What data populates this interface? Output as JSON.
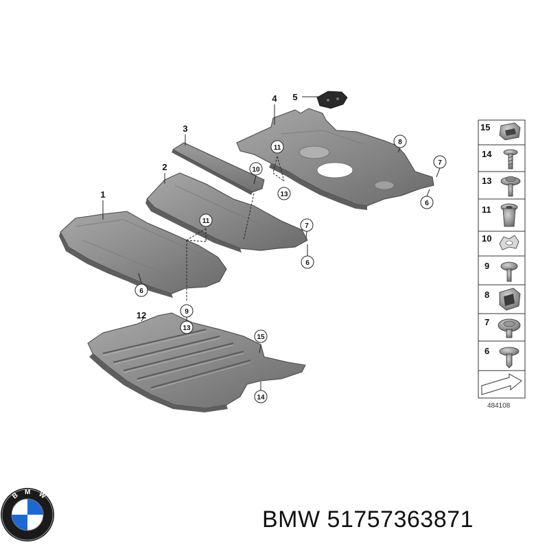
{
  "brand": "BMW",
  "part_number": "51757363871",
  "figure_number": "484108",
  "logo": {
    "name": "bmw-logo",
    "letters": "BMW",
    "colors": {
      "blue": "#1c69d4",
      "ring": "#1a1a1a"
    }
  },
  "colors": {
    "panel": "#8a8a8a",
    "panel_dark": "#5e5e5e",
    "panel_light": "#b4b4b4",
    "line": "#222222"
  },
  "callouts": {
    "c1": "1",
    "c2": "2",
    "c3": "3",
    "c4": "4",
    "c5": "5",
    "c12": "12",
    "c6a": "6",
    "c6b": "6",
    "c6c": "6",
    "c7a": "7",
    "c7b": "7",
    "c8": "8",
    "c9": "9",
    "c10": "10",
    "c11a": "11",
    "c11b": "11",
    "c13a": "13",
    "c13b": "13",
    "c14": "14",
    "c15": "15"
  },
  "side_parts": [
    {
      "number": "15",
      "icon": "clip-nut-icon"
    },
    {
      "number": "14",
      "icon": "screw-icon"
    },
    {
      "number": "13",
      "icon": "collar-screw-icon"
    },
    {
      "number": "11",
      "icon": "expansion-rivet-icon"
    },
    {
      "number": "10",
      "icon": "spring-washer-icon"
    },
    {
      "number": "9",
      "icon": "rivet-icon"
    },
    {
      "number": "8",
      "icon": "clip-icon"
    },
    {
      "number": "7",
      "icon": "plastic-nut-icon"
    },
    {
      "number": "6",
      "icon": "push-rivet-icon"
    }
  ]
}
